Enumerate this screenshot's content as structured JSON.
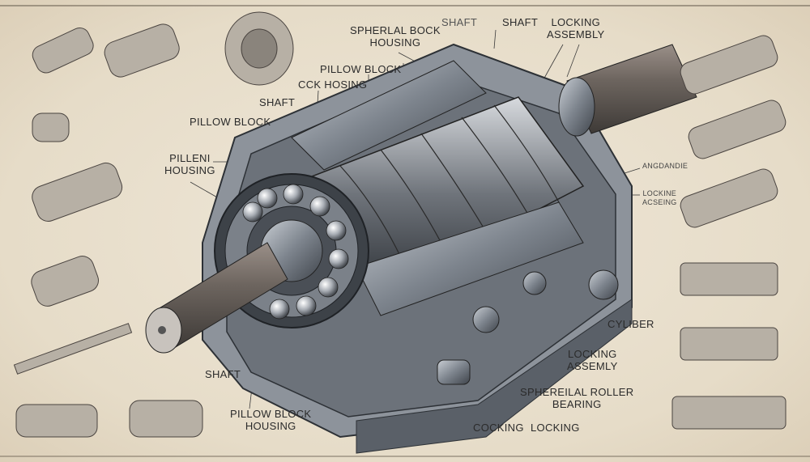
{
  "labels": {
    "spherical_block_housing": [
      "SPHERLAL BOCK",
      "HOUSING"
    ],
    "shaft_top_1": "SHAFT",
    "shaft_top_2": "SHAFT",
    "locking_assembly_top": [
      "LOCKING",
      "ASSEMBLY"
    ],
    "pillow_block_top": "PILLOW BLOCK",
    "cck_hosing": "CCK HOSING",
    "shaft_mid": "SHAFT",
    "pillow_block_left": "PILLOW BLOCK",
    "pillen_housing": [
      "PILLENI",
      "HOUSING"
    ],
    "angdandie": "ANGDANDIE",
    "locking_acseing": [
      "LOCKINE",
      "ACSEING"
    ],
    "cylinder": "CYLIBER",
    "locking_assemly": [
      "LOCKING",
      "ASSEMLY"
    ],
    "spherical_roller_bearing": [
      "SPHEREILAL ROLLER",
      "BEARING"
    ],
    "cocking": "COCKING",
    "locking_bottom": "LOCKING",
    "shaft_bottom": "SHAFT",
    "pillow_block_housing_bottom": [
      "PILLOW BLOCK",
      "HOUSING"
    ]
  },
  "colors": {
    "paper": "#e9e0cf",
    "ink": "#2b2b2b",
    "metal": "#8a9099",
    "metal_dark": "#4a4f57"
  }
}
